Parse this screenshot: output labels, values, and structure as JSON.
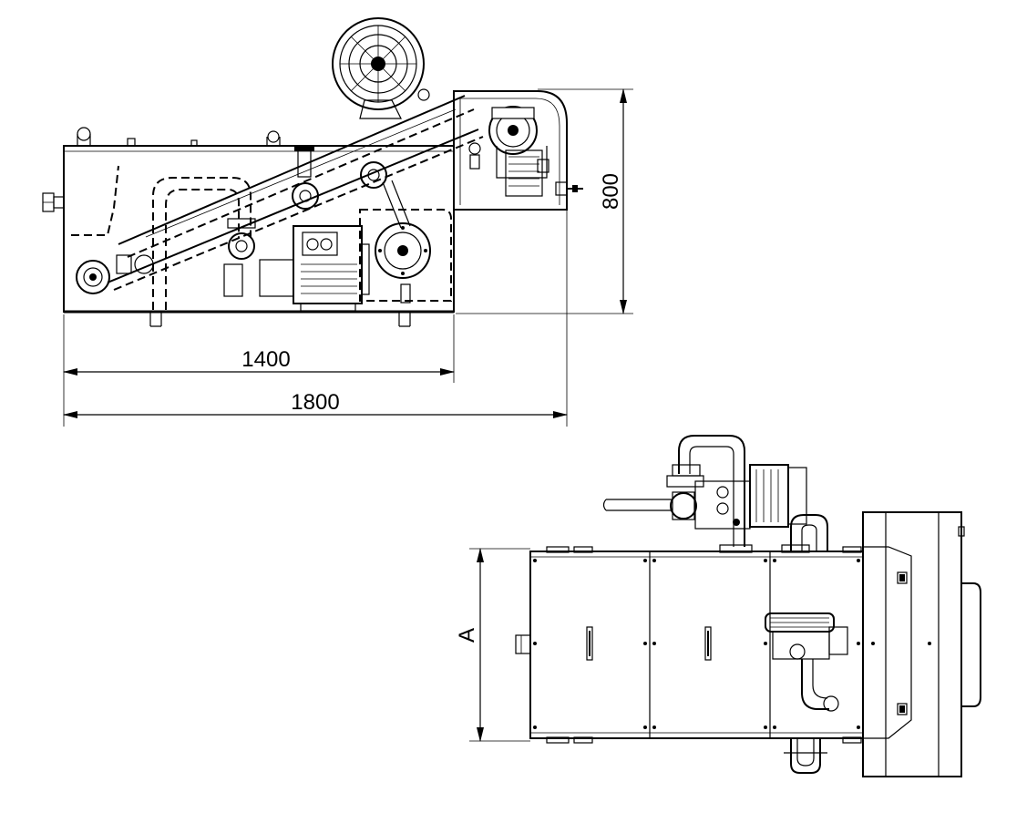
{
  "dimensions": {
    "side_width_inner": "1400",
    "side_width_total": "1800",
    "side_height": "800",
    "top_width": "A"
  },
  "colors": {
    "line": "#000000",
    "background": "#ffffff"
  }
}
